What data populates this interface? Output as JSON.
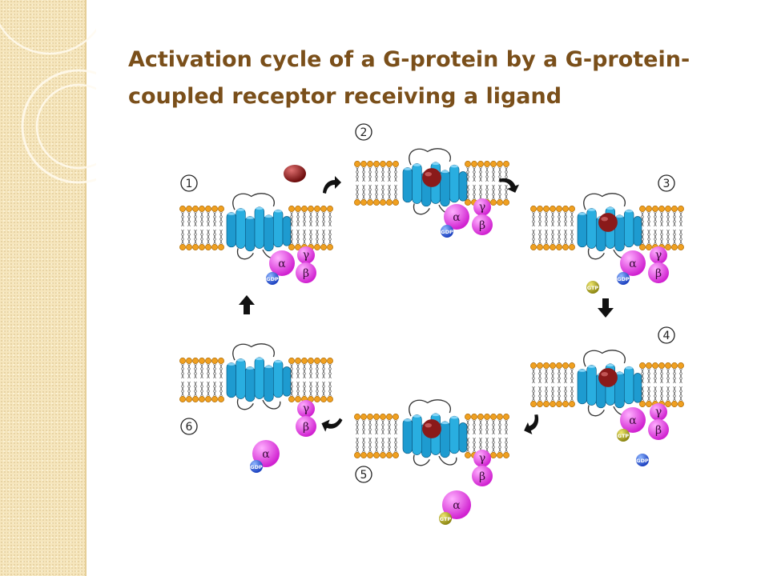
{
  "slide": {
    "title": "Activation cycle of a G-protein by a G-protein-coupled receptor  receiving a ligand"
  },
  "diagram": {
    "steps": [
      {
        "number": "1"
      },
      {
        "number": "2"
      },
      {
        "number": "3"
      },
      {
        "number": "4"
      },
      {
        "number": "5"
      },
      {
        "number": "6"
      }
    ],
    "labels": {
      "alpha": "α",
      "beta": "β",
      "gamma": "γ",
      "gdp": "GDP",
      "gtp": "GTP"
    }
  },
  "colors": {
    "sidebar_bg": "#f6e6bd",
    "title_text": "#7a4f1a",
    "receptor_helix": "#1e9bd0",
    "lipid_head": "#f0a020",
    "g_protein": "#e040e0",
    "gdp": "#2a5fd8",
    "gtp": "#b8b020",
    "ligand": "#8a1a1a",
    "arrow": "#111111"
  },
  "icons": [
    "curved-arrow-icon",
    "down-arrow-icon",
    "up-arrow-icon"
  ]
}
